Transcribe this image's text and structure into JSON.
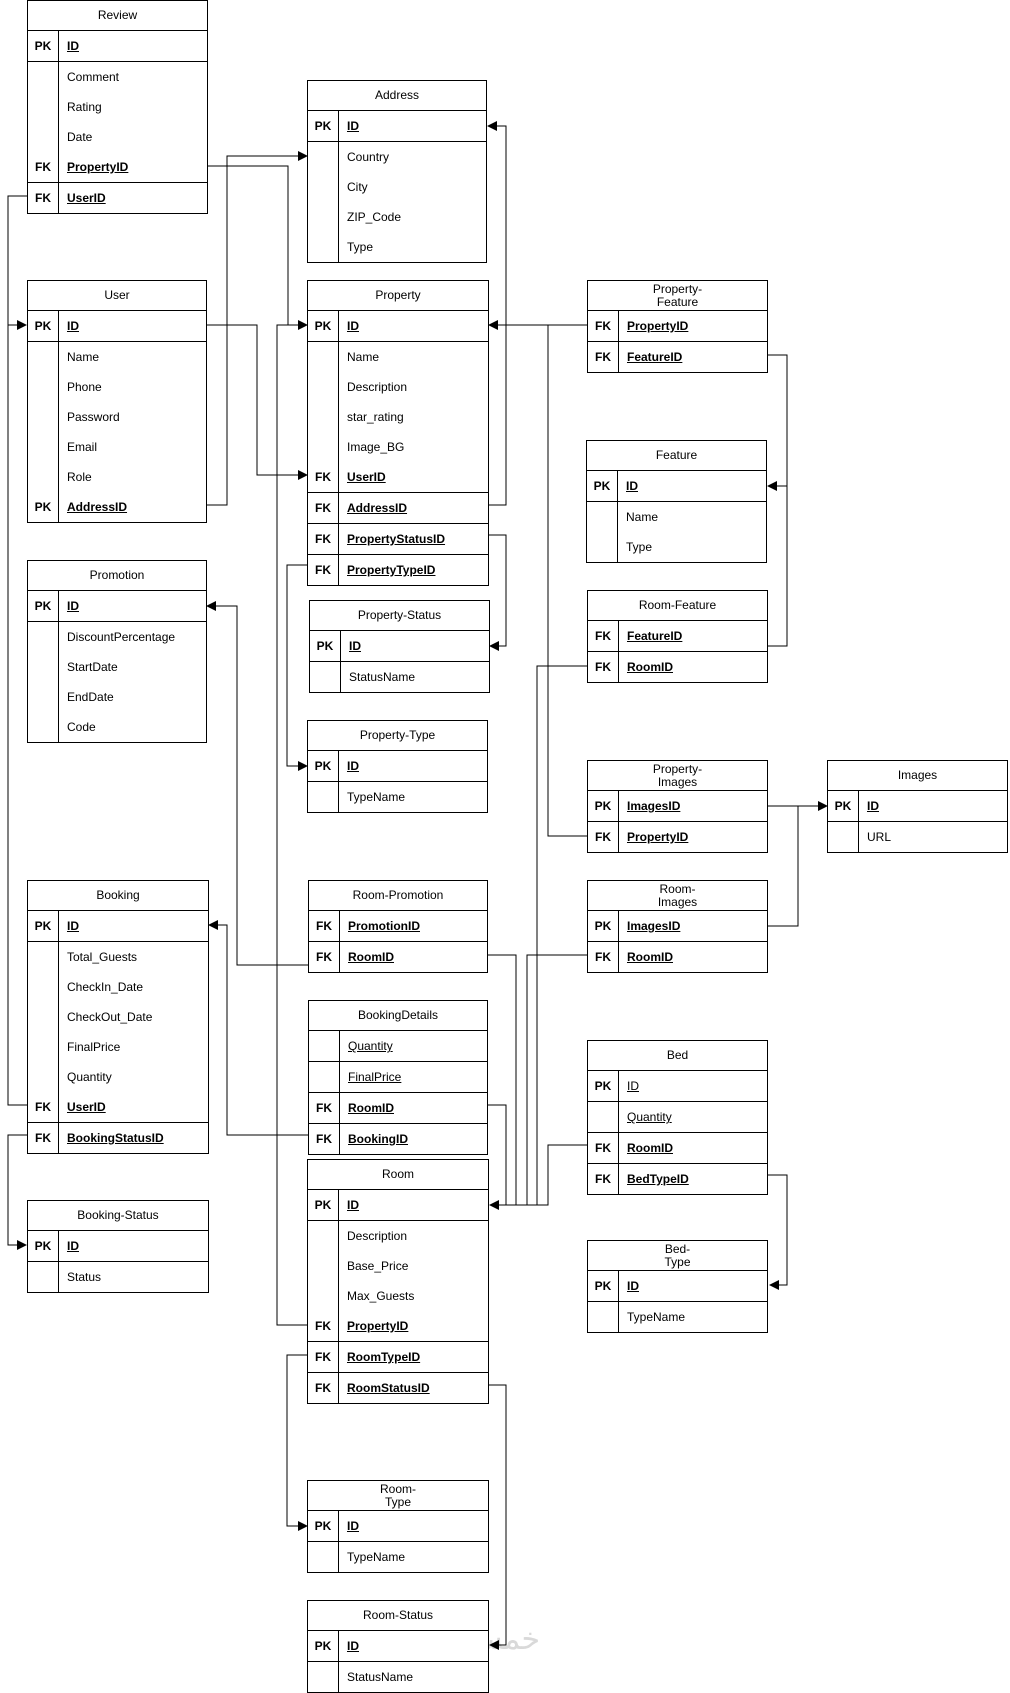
{
  "watermark": "خمسات",
  "tables": [
    {
      "id": "review",
      "title": "Review",
      "fields": [
        {
          "key": "PK",
          "name": "ID",
          "ul": true,
          "bold": true,
          "sep": true
        },
        {
          "key": "",
          "name": "Comment"
        },
        {
          "key": "",
          "name": "Rating"
        },
        {
          "key": "",
          "name": "Date"
        },
        {
          "key": "FK",
          "name": "PropertyID",
          "ul": true,
          "bold": true,
          "sep": true
        },
        {
          "key": "FK",
          "name": "UserID",
          "ul": true,
          "bold": true
        }
      ]
    },
    {
      "id": "user",
      "title": "User",
      "fields": [
        {
          "key": "PK",
          "name": "ID",
          "ul": true,
          "bold": true,
          "sep": true
        },
        {
          "key": "",
          "name": "Name"
        },
        {
          "key": "",
          "name": "Phone"
        },
        {
          "key": "",
          "name": "Password"
        },
        {
          "key": "",
          "name": "Email"
        },
        {
          "key": "",
          "name": "Role"
        },
        {
          "key": "PK",
          "name": "AddressID",
          "ul": true,
          "bold": true
        }
      ]
    },
    {
      "id": "promotion",
      "title": "Promotion",
      "fields": [
        {
          "key": "PK",
          "name": "ID",
          "ul": true,
          "bold": true,
          "sep": true
        },
        {
          "key": "",
          "name": "DiscountPercentage"
        },
        {
          "key": "",
          "name": "StartDate"
        },
        {
          "key": "",
          "name": "EndDate"
        },
        {
          "key": "",
          "name": "Code"
        }
      ]
    },
    {
      "id": "booking",
      "title": "Booking",
      "fields": [
        {
          "key": "PK",
          "name": "ID",
          "ul": true,
          "bold": true,
          "sep": true
        },
        {
          "key": "",
          "name": "Total_Guests"
        },
        {
          "key": "",
          "name": "CheckIn_Date"
        },
        {
          "key": "",
          "name": "CheckOut_Date"
        },
        {
          "key": "",
          "name": "FinalPrice"
        },
        {
          "key": "",
          "name": "Quantity"
        },
        {
          "key": "FK",
          "name": "UserID",
          "ul": true,
          "bold": true,
          "sep": true
        },
        {
          "key": "FK",
          "name": "BookingStatusID",
          "ul": true,
          "bold": true
        }
      ]
    },
    {
      "id": "booking_status",
      "title": "Booking-Status",
      "fields": [
        {
          "key": "PK",
          "name": "ID",
          "ul": true,
          "bold": true,
          "sep": true
        },
        {
          "key": "",
          "name": "Status"
        }
      ]
    },
    {
      "id": "address",
      "title": "Address",
      "fields": [
        {
          "key": "PK",
          "name": "ID",
          "ul": true,
          "bold": true,
          "sep": true
        },
        {
          "key": "",
          "name": "Country"
        },
        {
          "key": "",
          "name": "City"
        },
        {
          "key": "",
          "name": "ZIP_Code"
        },
        {
          "key": "",
          "name": "Type"
        }
      ]
    },
    {
      "id": "property",
      "title": "Property",
      "fields": [
        {
          "key": "PK",
          "name": "ID",
          "ul": true,
          "bold": true,
          "sep": true
        },
        {
          "key": "",
          "name": "Name"
        },
        {
          "key": "",
          "name": "Description"
        },
        {
          "key": "",
          "name": "star_rating"
        },
        {
          "key": "",
          "name": "Image_BG"
        },
        {
          "key": "FK",
          "name": "UserID",
          "ul": true,
          "bold": true,
          "sep": true
        },
        {
          "key": "FK",
          "name": "AddressID",
          "ul": true,
          "bold": true,
          "sep": true
        },
        {
          "key": "FK",
          "name": "PropertyStatusID",
          "ul": true,
          "bold": true,
          "sep": true
        },
        {
          "key": "FK",
          "name": "PropertyTypeID",
          "ul": true,
          "bold": true
        }
      ]
    },
    {
      "id": "property_status",
      "title": "Property-Status",
      "fields": [
        {
          "key": "PK",
          "name": "ID",
          "ul": true,
          "bold": true,
          "sep": true
        },
        {
          "key": "",
          "name": "StatusName"
        }
      ]
    },
    {
      "id": "property_type",
      "title": "Property-Type",
      "fields": [
        {
          "key": "PK",
          "name": "ID",
          "ul": true,
          "bold": true,
          "sep": true
        },
        {
          "key": "",
          "name": "TypeName"
        }
      ]
    },
    {
      "id": "room_promotion",
      "title": "Room-Promotion",
      "fields": [
        {
          "key": "FK",
          "name": "PromotionID",
          "ul": true,
          "bold": true,
          "sep": true
        },
        {
          "key": "FK",
          "name": "RoomID",
          "ul": true,
          "bold": true
        }
      ]
    },
    {
      "id": "booking_details",
      "title": "BookingDetails",
      "fields": [
        {
          "key": "",
          "name": "Quantity",
          "ul": true,
          "sep": true
        },
        {
          "key": "",
          "name": "FinalPrice",
          "ul": true,
          "sep": true
        },
        {
          "key": "FK",
          "name": "RoomID",
          "ul": true,
          "bold": true,
          "sep": true
        },
        {
          "key": "FK",
          "name": "BookingID",
          "ul": true,
          "bold": true
        }
      ]
    },
    {
      "id": "room",
      "title": "Room",
      "fields": [
        {
          "key": "PK",
          "name": "ID",
          "ul": true,
          "bold": true,
          "sep": true
        },
        {
          "key": "",
          "name": "Description"
        },
        {
          "key": "",
          "name": "Base_Price"
        },
        {
          "key": "",
          "name": "Max_Guests"
        },
        {
          "key": "FK",
          "name": "PropertyID",
          "ul": true,
          "bold": true,
          "sep": true
        },
        {
          "key": "FK",
          "name": "RoomTypeID",
          "ul": true,
          "bold": true,
          "sep": true
        },
        {
          "key": "FK",
          "name": "RoomStatusID",
          "ul": true,
          "bold": true
        }
      ]
    },
    {
      "id": "room_type",
      "title": "Room-\nType",
      "fields": [
        {
          "key": "PK",
          "name": "ID",
          "ul": true,
          "bold": true,
          "sep": true
        },
        {
          "key": "",
          "name": "TypeName"
        }
      ]
    },
    {
      "id": "room_status",
      "title": "Room-Status",
      "fields": [
        {
          "key": "PK",
          "name": "ID",
          "ul": true,
          "bold": true,
          "sep": true
        },
        {
          "key": "",
          "name": "StatusName"
        }
      ]
    },
    {
      "id": "property_feature",
      "title": "Property-\nFeature",
      "fields": [
        {
          "key": "FK",
          "name": "PropertyID",
          "ul": true,
          "bold": true,
          "sep": true
        },
        {
          "key": "FK",
          "name": "FeatureID",
          "ul": true,
          "bold": true
        }
      ]
    },
    {
      "id": "feature",
      "title": "Feature",
      "fields": [
        {
          "key": "PK",
          "name": "ID",
          "ul": true,
          "bold": true,
          "sep": true
        },
        {
          "key": "",
          "name": "Name"
        },
        {
          "key": "",
          "name": "Type"
        }
      ]
    },
    {
      "id": "room_feature",
      "title": "Room-Feature",
      "fields": [
        {
          "key": "FK",
          "name": "FeatureID",
          "ul": true,
          "bold": true,
          "sep": true
        },
        {
          "key": "FK",
          "name": "RoomID",
          "ul": true,
          "bold": true
        }
      ]
    },
    {
      "id": "property_images",
      "title": "Property-\nImages",
      "fields": [
        {
          "key": "PK",
          "name": "ImagesID",
          "ul": true,
          "bold": true,
          "sep": true
        },
        {
          "key": "FK",
          "name": "PropertyID",
          "ul": true,
          "bold": true
        }
      ]
    },
    {
      "id": "room_images",
      "title": "Room-\nImages",
      "fields": [
        {
          "key": "PK",
          "name": "ImagesID",
          "ul": true,
          "bold": true,
          "sep": true
        },
        {
          "key": "FK",
          "name": "RoomID",
          "ul": true,
          "bold": true
        }
      ]
    },
    {
      "id": "images",
      "title": "Images",
      "fields": [
        {
          "key": "PK",
          "name": "ID",
          "ul": true,
          "bold": true,
          "sep": true
        },
        {
          "key": "",
          "name": "URL"
        }
      ]
    },
    {
      "id": "bed",
      "title": "Bed",
      "fields": [
        {
          "key": "PK",
          "name": "ID",
          "ul": true,
          "sep": true
        },
        {
          "key": "",
          "name": "Quantity",
          "ul": true,
          "sep": true
        },
        {
          "key": "FK",
          "name": "RoomID",
          "ul": true,
          "bold": true,
          "sep": true
        },
        {
          "key": "FK",
          "name": "BedTypeID",
          "ul": true,
          "bold": true
        }
      ]
    },
    {
      "id": "bed_type",
      "title": "Bed-\nType",
      "fields": [
        {
          "key": "PK",
          "name": "ID",
          "ul": true,
          "bold": true,
          "sep": true
        },
        {
          "key": "",
          "name": "TypeName"
        }
      ]
    }
  ]
}
